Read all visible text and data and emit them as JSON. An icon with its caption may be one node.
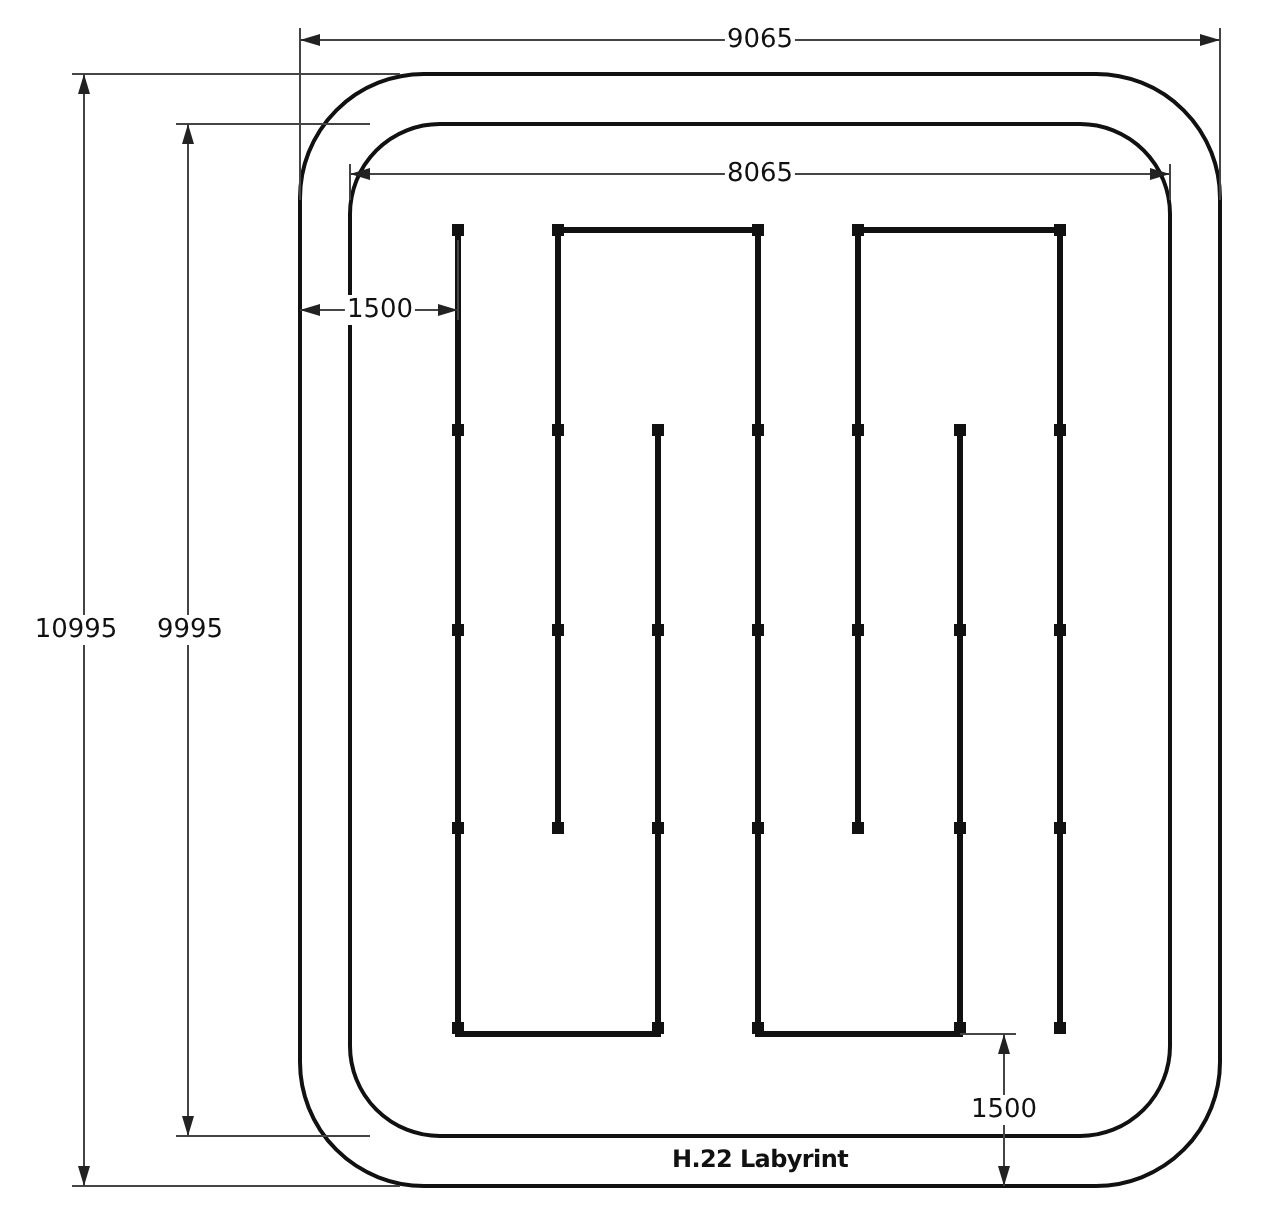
{
  "diagram": {
    "caption": "H.22 Labyrint",
    "labels": [
      "9065",
      "8065",
      "1500",
      "10995",
      "9995",
      "1500"
    ]
  }
}
